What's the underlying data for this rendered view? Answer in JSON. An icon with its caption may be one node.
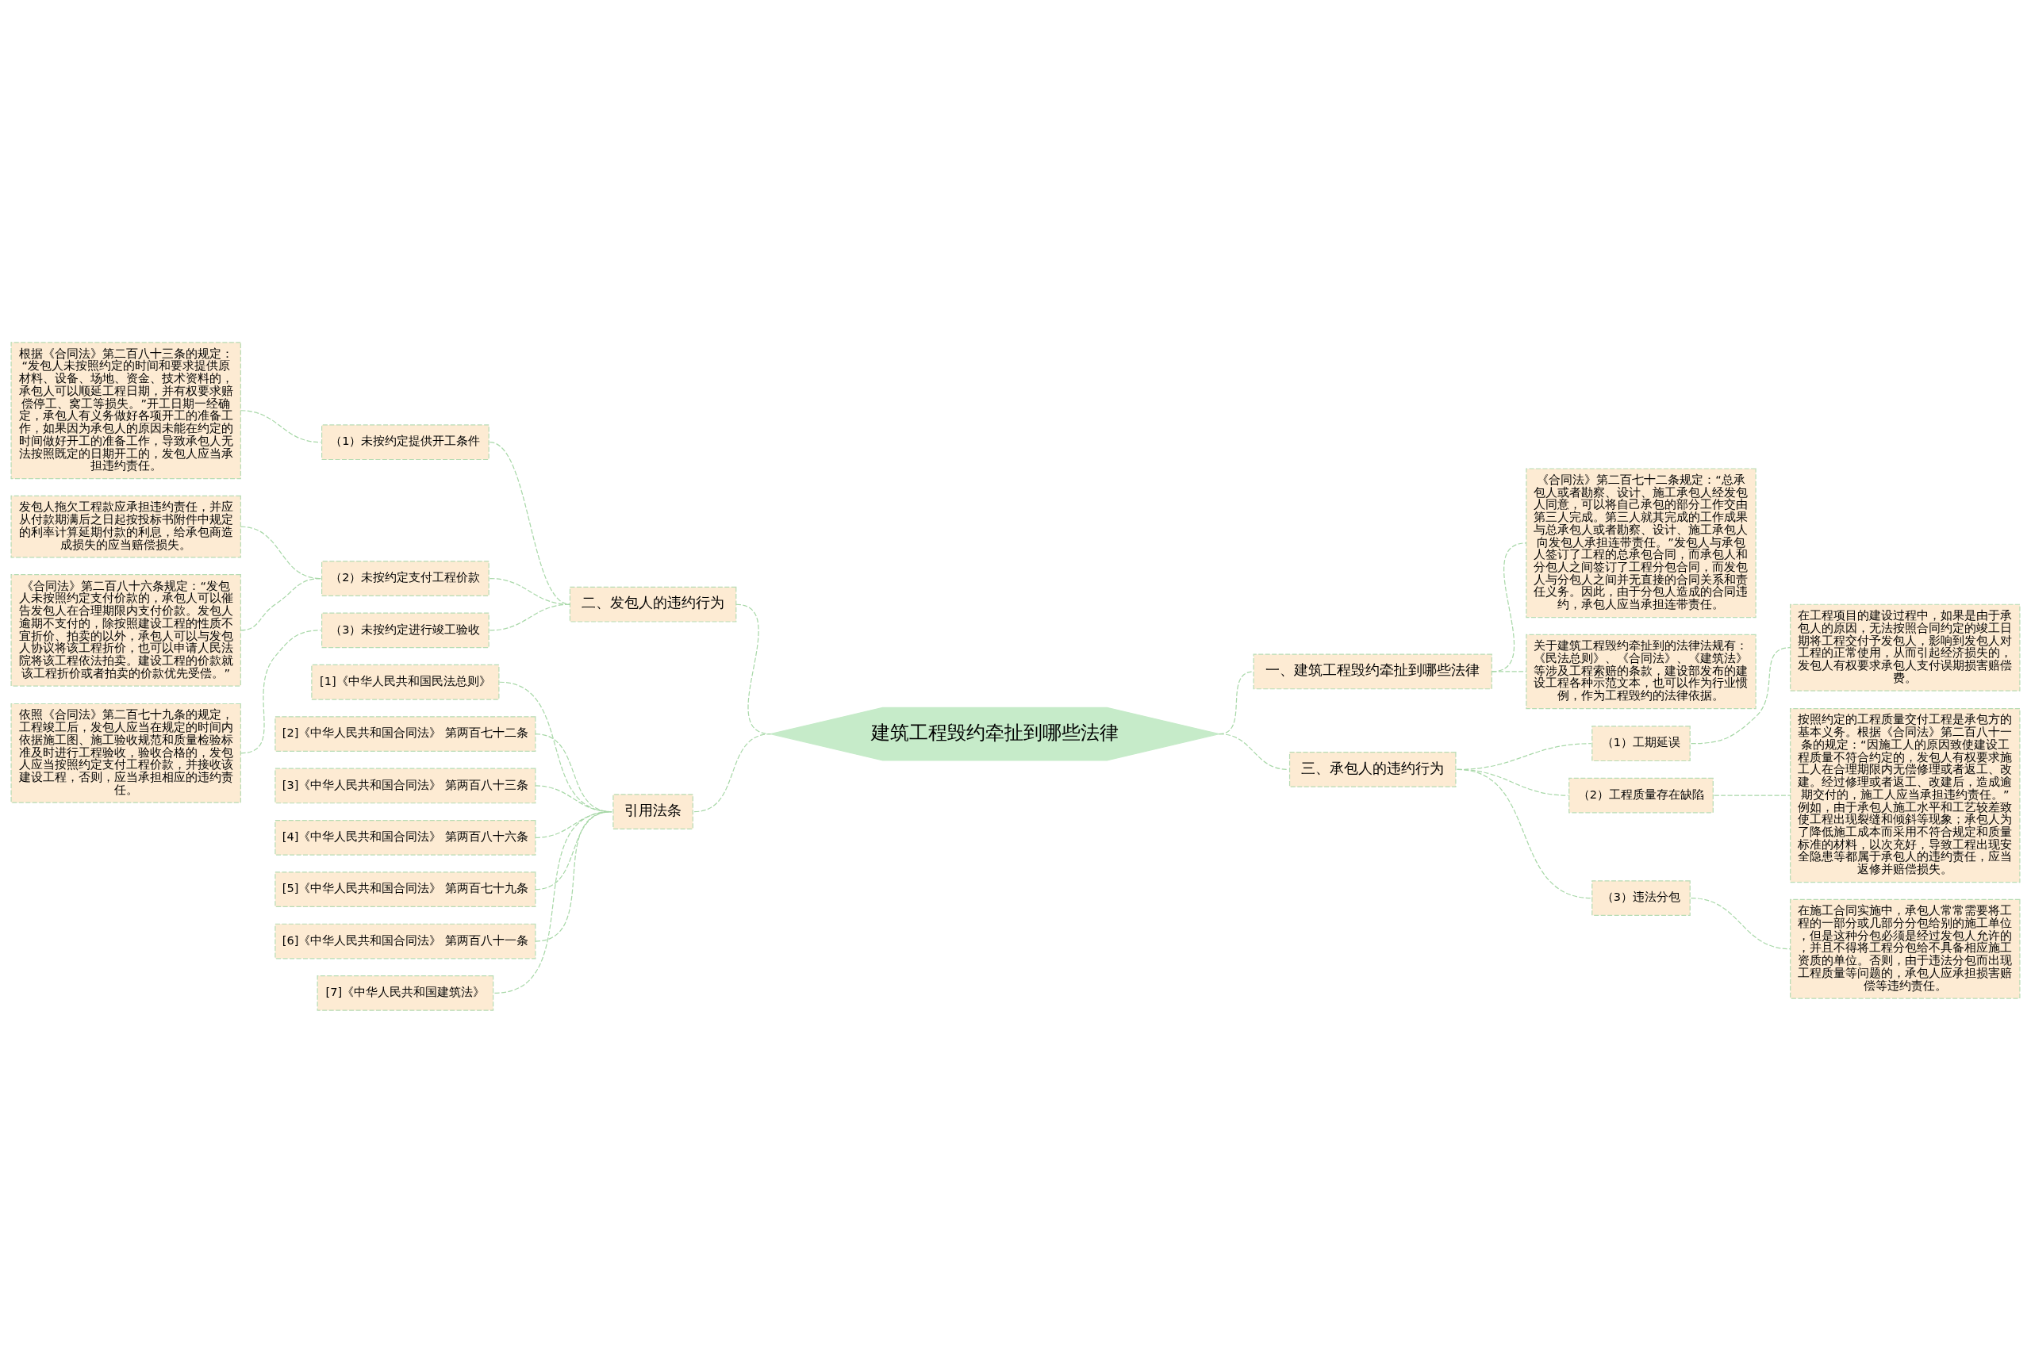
{
  "diagram": {
    "nodes": [
      {
        "text": [
          "建筑工程毁约牵扯到哪些法律"
        ]
      },
      {
        "text": [
          "二、发包人的违约行为"
        ]
      },
      {
        "text": [
          "（1）未按约定提供开工条件"
        ]
      },
      {
        "text": [
          "根据《合同法》第二百八十三条的规定：“发包人未按照约定的时间和要求提供原材料、设备、场地、资金、技术资料的，承包人可以顺延工程日期，并有权要求赔偿停工、窝工等损失。”开工日期一经确定，承包人有义务做好各项开工的准备工作，如果因为承包人的原因未能在约定的时间做好开工的准备工作，导致承包人无法按照既定的日期开工的，发包人应当承担违约责任。"
        ]
      },
      {
        "text": [
          "（2）未按约定支付工程价款"
        ]
      },
      {
        "text": [
          "发包人拖欠工程款应承担违约责任，并应从付款期满后之日起按投标书附件中规定的利率计算延期付款的利息，给承包商造成损失的应当赔偿损失。"
        ]
      },
      {
        "text": [
          "《合同法》第二百八十六条规定：“发包人未按照约定支付价款的，承包人可以催告发包人在合理期限内支付价款。发包人逾期不支付的，除按照建设工程的性质不宜折价、拍卖的以外，承包人可以与发包人协议将该工程折价，也可以申请人民法院将该工程依法拍卖。建设工程的价款就该工程折价或者拍卖的价款优先受偿。”"
        ]
      },
      {
        "text": [
          "（3）未按约定进行竣工验收"
        ]
      },
      {
        "text": [
          "依照《合同法》第二百七十九条的规定，工程竣工后，发包人应当在规定的时间内依据施工图、施工验收规范和质量检验标准及时进行工程验收，验收合格的，发包人应当按照约定支付工程价款，并接收该建设工程，否则，应当承担相应的违约责任。"
        ]
      },
      {
        "text": [
          "引用法条"
        ]
      },
      {
        "text": [
          "[1]《中华人民共和国民法总则》"
        ]
      },
      {
        "text": [
          "[2]《中华人民共和国合同法》 第两百七十二条"
        ]
      },
      {
        "text": [
          "[3]《中华人民共和国合同法》 第两百八十三条"
        ]
      },
      {
        "text": [
          "[4]《中华人民共和国合同法》 第两百八十六条"
        ]
      },
      {
        "text": [
          "[5]《中华人民共和国合同法》 第两百七十九条"
        ]
      },
      {
        "text": [
          "[6]《中华人民共和国合同法》 第两百八十一条"
        ]
      },
      {
        "text": [
          "[7]《中华人民共和国建筑法》"
        ]
      },
      {
        "text": [
          "一、建筑工程毁约牵扯到哪些法律"
        ]
      },
      {
        "text": [
          "《合同法》第二百七十二条规定：“总承包人或者勘察、设计、施工承包人经发包人同意，可以将自己承包的部分工作交由第三人完成。第三人就其完成的工作成果与总承包人或者勘察、设计、施工承包人向发包人承担连带责任。”发包人与承包人签订了工程的总承包合同，而承包人和分包人之间签订了工程分包合同，而发包人与分包人之间并无直接的合同关系和责任义务。因此，由于分包人造成的合同违约，承包人应当承担连带责任。"
        ]
      },
      {
        "text": [
          "关于建筑工程毁约牵扯到的法律法规有：《民法总则》、《合同法》、《建筑法》等涉及工程索赔的条款，建设部发布的建设工程各种示范文本，也可以作为行业惯例，作为工程毁约的法律依据。"
        ]
      },
      {
        "text": [
          "三、承包人的违约行为"
        ]
      },
      {
        "text": [
          "（1）工期延误"
        ]
      },
      {
        "text": [
          "在工程项目的建设过程中，如果是由于承包人的原因，无法按照合同约定的竣工日期将工程交付予发包人，影响到发包人对工程的正常使用，从而引起经济损失的，发包人有权要求承包人支付误期损害赔偿费。"
        ]
      },
      {
        "text": [
          "（2）工程质量存在缺陷"
        ]
      },
      {
        "text": [
          "按照约定的工程质量交付工程是承包方的基本义务。根据《合同法》第二百八十一条的规定：“因施工人的原因致使建设工程质量不符合约定的，发包人有权要求施工人在合理期限内无偿修理或者返工、改建。经过修理或者返工、改建后，造成逾期交付的，施工人应当承担违约责任。”例如，由于承包人施工水平和工艺较差致使工程出现裂缝和倾斜等现象；承包人为了降低施工成本而采用不符合规定和质量标准的材料，以次充好，导致工程出现安全隐患等都属于承包人的违约责任，应当返修并赔偿损失。"
        ]
      },
      {
        "text": [
          "（3）违法分包"
        ]
      },
      {
        "text": [
          "在施工合同实施中，承包人常常需要将工程的一部分或几部分分包给别的施工单位，但是这种分包必须是经过发包人允许的，并且不得将工程分包给不具备相应施工资质的单位。否则，由于违法分包而出现工程质量等问题的，承包人应承担损害赔偿等违约责任。"
        ]
      }
    ],
    "edges": [
      {
        "from": 0,
        "to": 1,
        "arrow": "none"
      },
      {
        "from": 1,
        "to": 2,
        "arrow": "none"
      },
      {
        "from": 2,
        "to": 3,
        "arrow": "none"
      },
      {
        "from": 1,
        "to": 4,
        "arrow": "none"
      },
      {
        "from": 4,
        "to": 5,
        "arrow": "none"
      },
      {
        "from": 4,
        "to": 6,
        "arrow": "none"
      },
      {
        "from": 1,
        "to": 7,
        "arrow": "none"
      },
      {
        "from": 7,
        "to": 8,
        "arrow": "none"
      },
      {
        "from": 0,
        "to": 9,
        "arrow": "none"
      },
      {
        "from": 9,
        "to": 10,
        "arrow": "none"
      },
      {
        "from": 9,
        "to": 11,
        "arrow": "none"
      },
      {
        "from": 9,
        "to": 12,
        "arrow": "none"
      },
      {
        "from": 9,
        "to": 13,
        "arrow": "none"
      },
      {
        "from": 9,
        "to": 14,
        "arrow": "none"
      },
      {
        "from": 9,
        "to": 15,
        "arrow": "none"
      },
      {
        "from": 9,
        "to": 16,
        "arrow": "none"
      },
      {
        "from": 0,
        "to": 17,
        "arrow": "none"
      },
      {
        "from": 17,
        "to": 18,
        "arrow": "none"
      },
      {
        "from": 17,
        "to": 19,
        "arrow": "none"
      },
      {
        "from": 0,
        "to": 20,
        "arrow": "none"
      },
      {
        "from": 20,
        "to": 21,
        "arrow": "none"
      },
      {
        "from": 21,
        "to": 22,
        "arrow": "none"
      },
      {
        "from": 20,
        "to": 23,
        "arrow": "none"
      },
      {
        "from": 23,
        "to": 24,
        "arrow": "none"
      },
      {
        "from": 20,
        "to": 25,
        "arrow": "none"
      },
      {
        "from": 25,
        "to": 26,
        "arrow": "none"
      }
    ]
  }
}
